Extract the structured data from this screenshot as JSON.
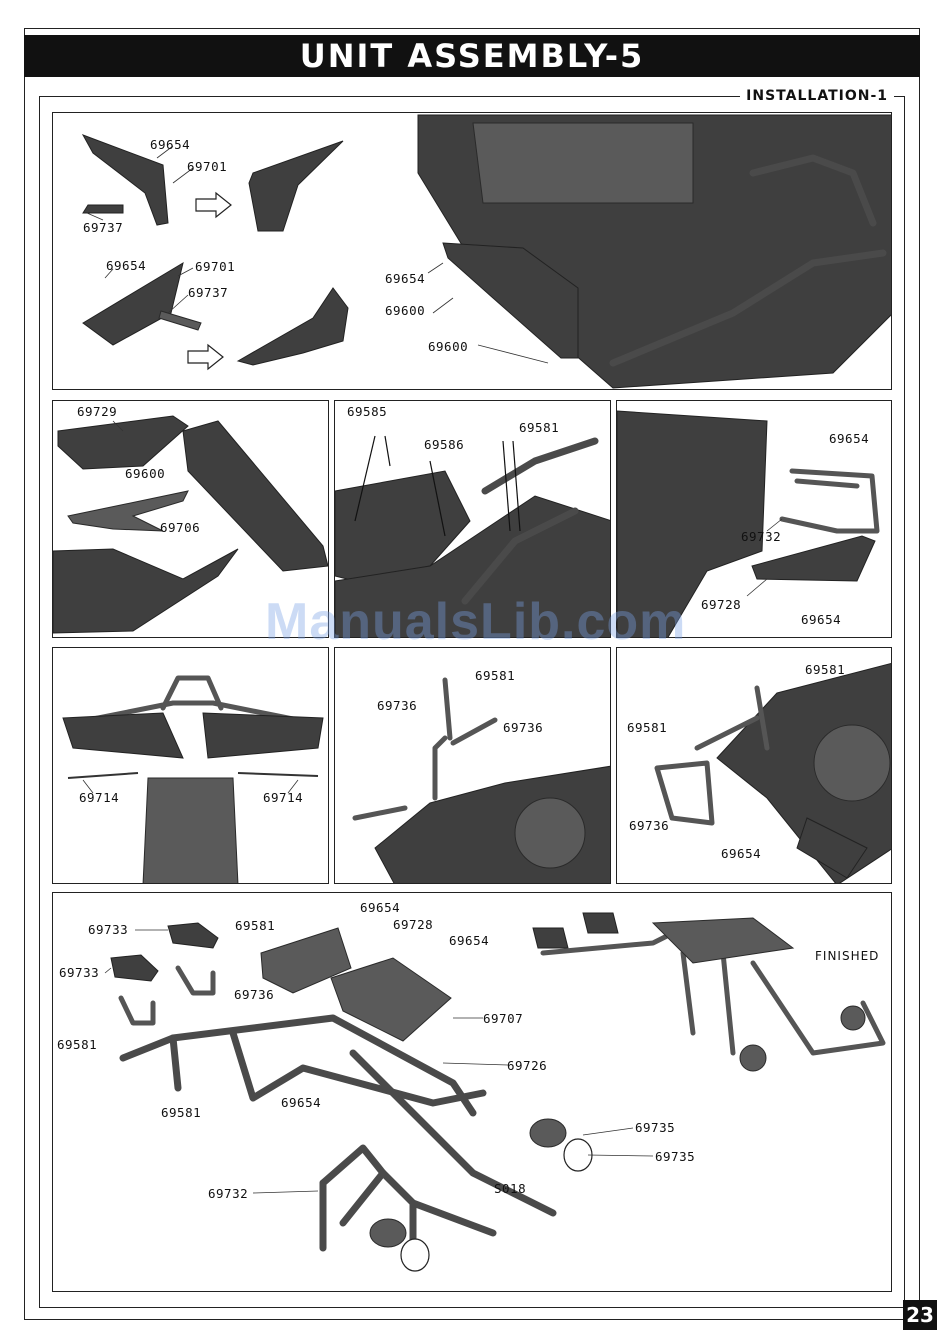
{
  "header": {
    "title": "UNIT ASSEMBLY-5",
    "section": "INSTALLATION-1"
  },
  "page_number": "23",
  "watermark": "ManualsLib.com",
  "panel1": {
    "labels": [
      "69654",
      "69701",
      "69737",
      "69654",
      "69701",
      "69737",
      "69654",
      "69600",
      "69600"
    ]
  },
  "panel2": {
    "labels": [
      "69729",
      "69600",
      "69706"
    ]
  },
  "panel3": {
    "labels": [
      "69585",
      "69586",
      "69581"
    ]
  },
  "panel4": {
    "labels": [
      "69654",
      "69732",
      "69728",
      "69654"
    ]
  },
  "panel5": {
    "labels": [
      "69714",
      "69714"
    ]
  },
  "panel6": {
    "labels": [
      "69581",
      "69736",
      "69736"
    ]
  },
  "panel7": {
    "labels": [
      "69581",
      "69581",
      "69736",
      "69654"
    ]
  },
  "panel8": {
    "labels": [
      "69733",
      "69581",
      "69654",
      "69728",
      "69654",
      "69733",
      "69736",
      "69707",
      "69581",
      "69726",
      "69581",
      "69654",
      "69735",
      "69735",
      "69732",
      "S018"
    ],
    "finished": "FINISHED"
  }
}
